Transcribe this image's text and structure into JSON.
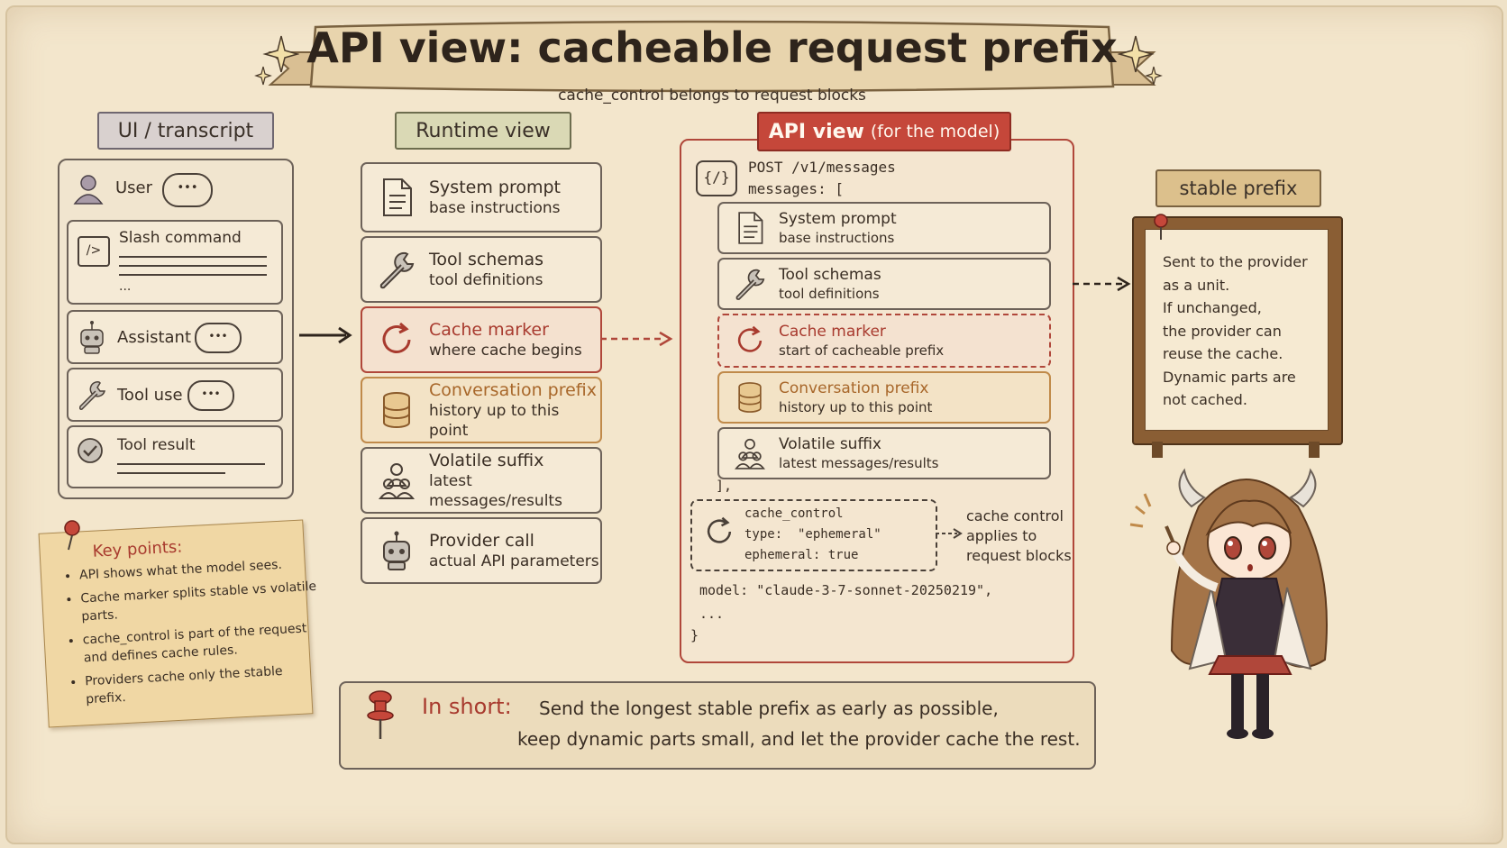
{
  "title": "API view: cacheable request prefix",
  "subtitle": "cache_control belongs to request blocks",
  "ui_panel": {
    "header": "UI / transcript",
    "items": {
      "user": "User",
      "slash": "Slash command",
      "slash_ellipsis": "...",
      "assistant": "Assistant",
      "tool_use": "Tool use",
      "tool_result": "Tool result"
    },
    "bubble": "•••"
  },
  "runtime_panel": {
    "header": "Runtime view",
    "cards": [
      {
        "title": "System prompt",
        "sub": "base instructions"
      },
      {
        "title": "Tool schemas",
        "sub": "tool definitions"
      },
      {
        "title": "Cache marker",
        "sub": "where cache begins"
      },
      {
        "title": "Conversation prefix",
        "sub": "history up to this point"
      },
      {
        "title": "Volatile suffix",
        "sub": "latest messages/results"
      },
      {
        "title": "Provider call",
        "sub": "actual API parameters"
      }
    ]
  },
  "api_panel": {
    "header": "API view",
    "header_paren": "(for the model)",
    "code_icon": "{/}",
    "post_line": "POST /v1/messages",
    "messages_line": "messages: [",
    "cards": [
      {
        "title": "System prompt",
        "sub": "base instructions"
      },
      {
        "title": "Tool schemas",
        "sub": "tool definitions"
      },
      {
        "title": "Cache marker",
        "sub": "start of cacheable prefix"
      },
      {
        "title": "Conversation prefix",
        "sub": "history up to this point"
      },
      {
        "title": "Volatile suffix",
        "sub": "latest messages/results"
      }
    ],
    "close_bracket": "],",
    "cache_control": {
      "l1": "cache_control",
      "l2": "type:  \"ephemeral\"",
      "l3": "ephemeral: true"
    },
    "cache_note": [
      "cache control",
      "applies to",
      "request blocks"
    ],
    "model_line": "model: \"claude-3-7-sonnet-20250219\",",
    "ellipsis": "...",
    "close_brace": "}"
  },
  "stable_prefix": {
    "header": "stable prefix",
    "lines": [
      "Sent to the provider",
      "as a unit.",
      "If unchanged,",
      "the provider can",
      "reuse the cache.",
      "Dynamic parts are",
      "not cached."
    ]
  },
  "key_points": {
    "header": "Key points:",
    "items": [
      "API shows what the model sees.",
      "Cache marker splits stable vs volatile parts.",
      "cache_control is part of the request and defines cache rules.",
      "Providers cache only the stable prefix."
    ]
  },
  "in_short": {
    "label": "In short:",
    "line1": "Send the longest stable prefix as early as possible,",
    "line2": "keep dynamic parts small, and let the provider cache the rest."
  },
  "colors": {
    "paper": "#f3e6cc",
    "accent_red": "#c5473a",
    "accent_orange": "#c08a4a",
    "ink": "#3a2e24"
  }
}
